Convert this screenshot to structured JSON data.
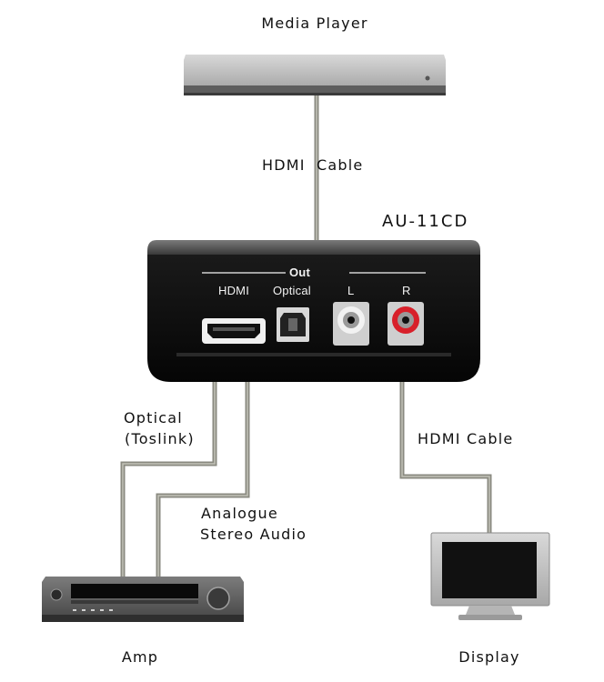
{
  "devices": {
    "media_player": "Media Player",
    "converter": "AU-11CD",
    "amp": "Amp",
    "display": "Display"
  },
  "converter_panel": {
    "section": "Out",
    "ports": [
      "HDMI",
      "Optical",
      "L",
      "R"
    ]
  },
  "connections": {
    "top_cable": "HDMI  Cable",
    "optical_line1": "Optical",
    "optical_line2": "(Toslink)",
    "analogue_line1": "Analogue",
    "analogue_line2": "Stereo Audio",
    "display_cable": "HDMI Cable"
  },
  "colors": {
    "cable": "#8a8a80",
    "cable_core": "#b9b9ae",
    "box_body": "#0f0f0f",
    "rca_left": "#e8e8e8",
    "rca_right": "#d8202a"
  }
}
